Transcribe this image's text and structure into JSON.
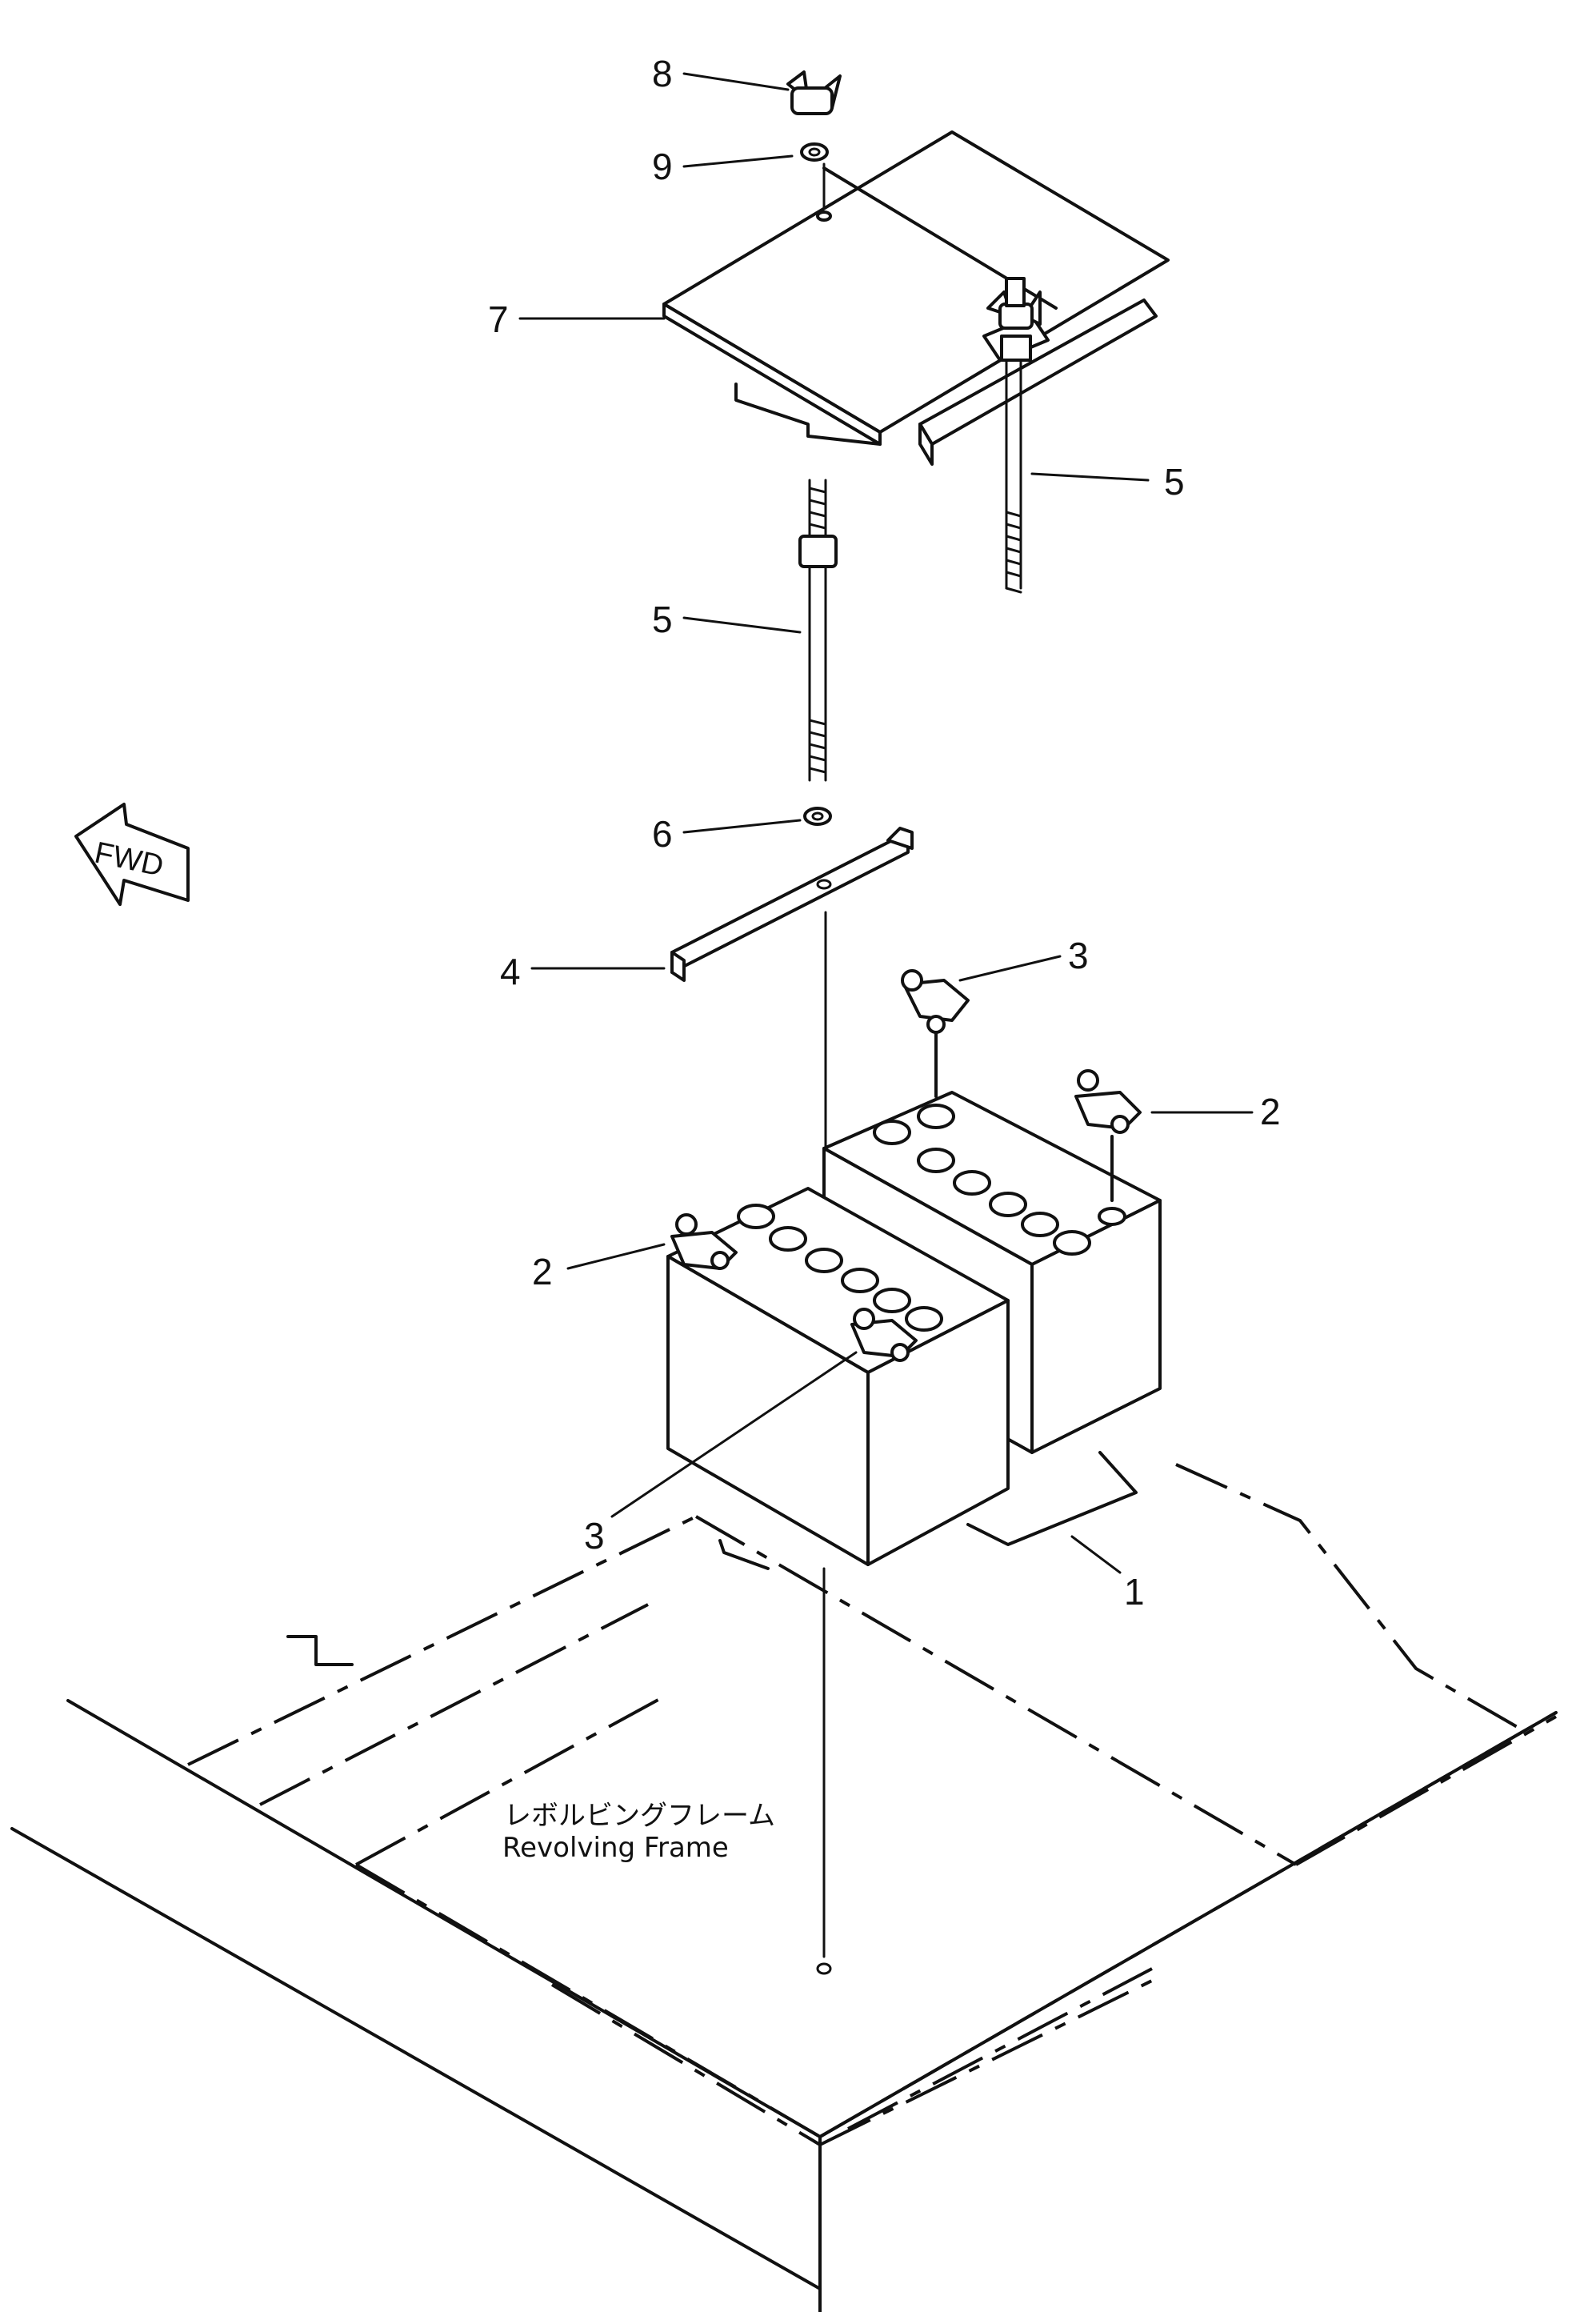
{
  "callouts": {
    "c8": "8",
    "c9": "9",
    "c7": "7",
    "c5_right": "5",
    "c5_left": "5",
    "c6": "6",
    "c4": "4",
    "c3_top": "3",
    "c2_right": "2",
    "c2_left": "2",
    "c3_bottom": "3",
    "c1": "1"
  },
  "frame_label": {
    "japanese": "レボルビングフレーム",
    "english": "Revolving  Frame"
  },
  "direction_arrow": {
    "label": "FWD"
  }
}
